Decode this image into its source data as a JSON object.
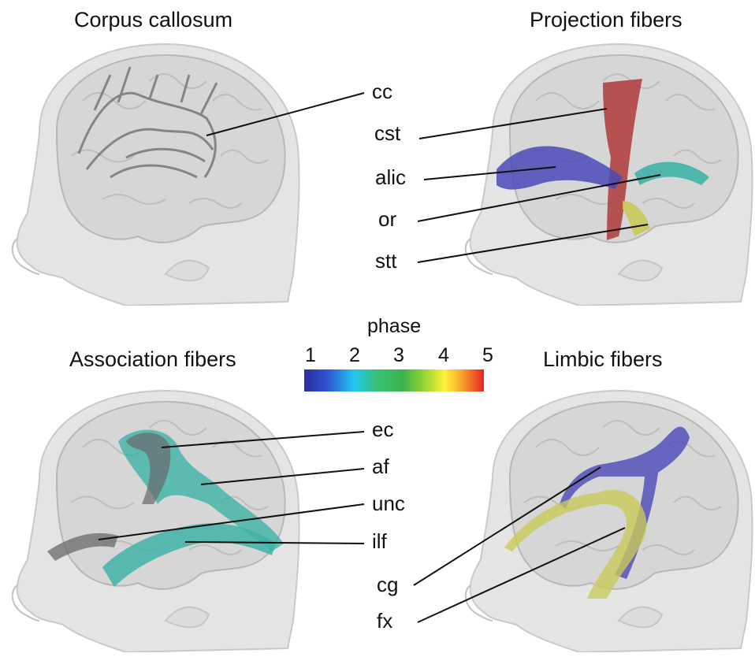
{
  "panels": {
    "corpus_callosum": {
      "title": "Corpus callosum",
      "labels": [
        "cc"
      ]
    },
    "projection": {
      "title": "Projection fibers",
      "labels": [
        "cst",
        "alic",
        "or",
        "stt"
      ]
    },
    "association": {
      "title": "Association fibers",
      "labels": [
        "ec",
        "af",
        "unc",
        "ilf"
      ]
    },
    "limbic": {
      "title": "Limbic fibers",
      "labels": [
        "cg",
        "fx"
      ]
    }
  },
  "colorbar": {
    "title": "phase",
    "ticks": [
      "1",
      "2",
      "3",
      "4",
      "5"
    ],
    "colors": [
      "#2e2e9a",
      "#22c7ee",
      "#3bb34a",
      "#fff23a",
      "#e82323"
    ]
  },
  "tract_colors": {
    "cc": "#6a6a6a",
    "cst": "#b03a3a",
    "alic": "#4a4ab8",
    "or": "#3fb3a8",
    "stt": "#c9c95a",
    "ec": "#6a6a6a",
    "af": "#3fb3a8",
    "unc": "#6a6a6a",
    "ilf": "#3fb3a8",
    "cg": "#4a4ab8",
    "fx": "#c9c95a"
  }
}
